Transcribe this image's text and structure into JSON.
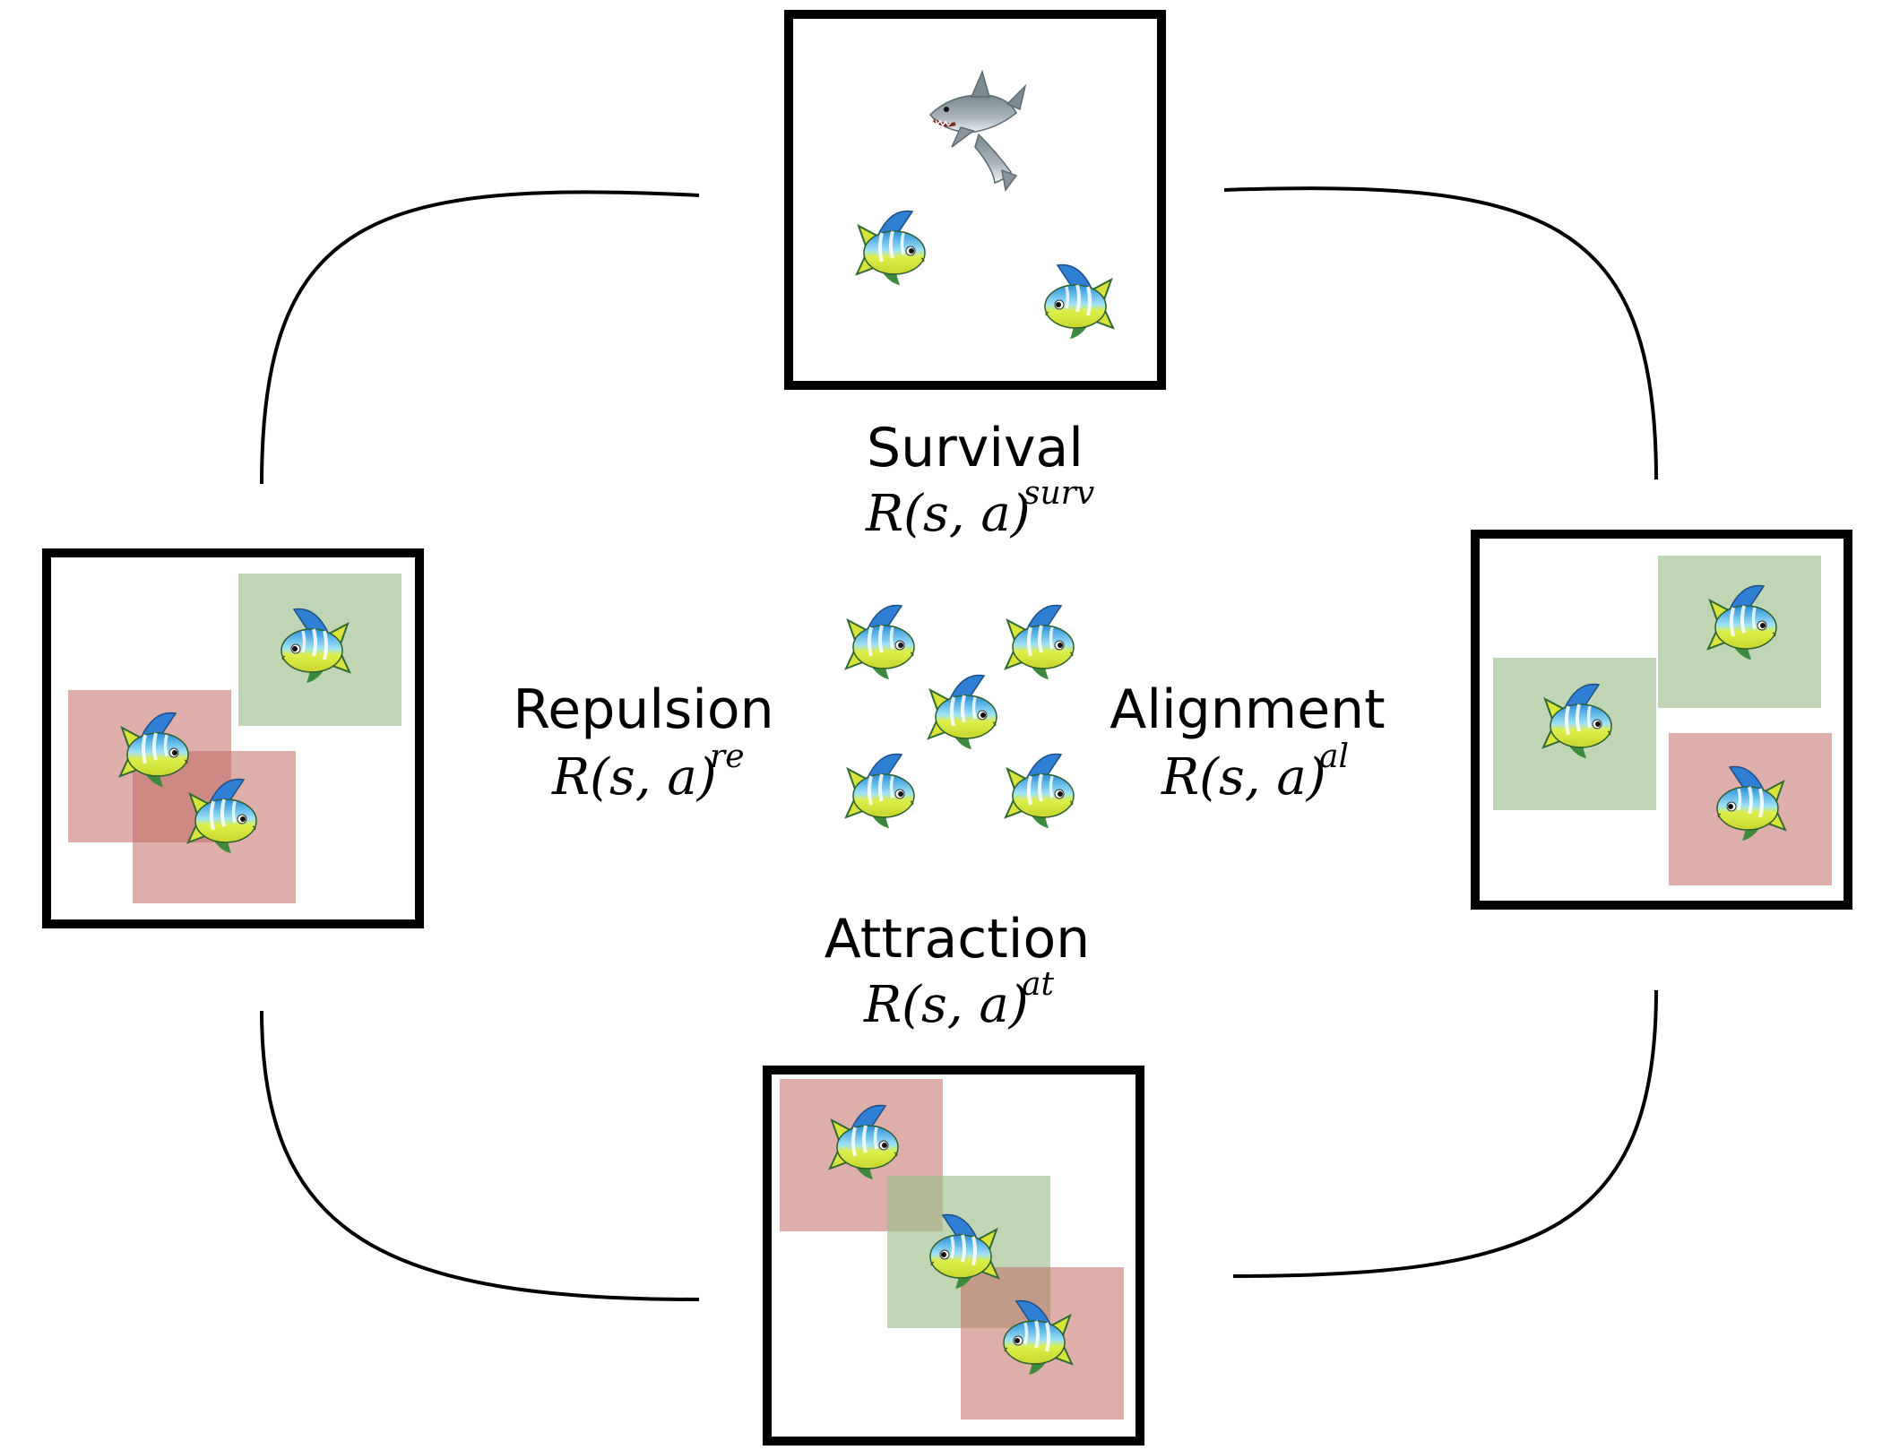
{
  "behaviors": {
    "survival": {
      "title": "Survival",
      "reward": "R(s, a)",
      "superscript": "surv"
    },
    "repulsion": {
      "title": "Repulsion",
      "reward": "R(s, a)",
      "superscript": "re"
    },
    "alignment": {
      "title": "Alignment",
      "reward": "R(s, a)",
      "superscript": "al"
    },
    "attraction": {
      "title": "Attraction",
      "reward": "R(s, a)",
      "superscript": "at"
    }
  },
  "icons": {
    "fish": "tropical-fish-icon",
    "predator": "shark-icon"
  },
  "colors": {
    "frame": "#000000",
    "zone_green": "#9dbf8c",
    "zone_red": "#c26b66",
    "fish_blue": "#2fa3e0",
    "fish_yellow": "#e6e93a",
    "fish_green": "#2e7a3a",
    "shark_gray": "#8c979e"
  }
}
